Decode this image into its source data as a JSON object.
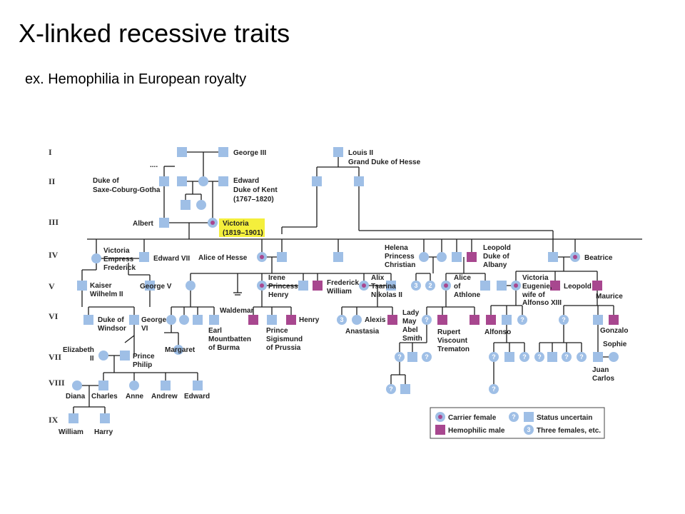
{
  "slide": {
    "title": "X-linked recessive traits",
    "subtitle": "ex. Hemophilia in European royalty"
  },
  "colors": {
    "unaffected": "#9fbfe6",
    "hemophilic_male": "#a8478f",
    "carrier_dot": "#a8478f",
    "highlight": "#f4ef3c",
    "line": "#1a1a1a"
  },
  "generations": [
    "I",
    "II",
    "III",
    "IV",
    "V",
    "VI",
    "VII",
    "VIII",
    "IX"
  ],
  "labels": {
    "george3": "George III",
    "louis2a": "Louis II",
    "louis2b": "Grand Duke of Hesse",
    "saxe1": "Duke of",
    "saxe2": "Saxe-Coburg-Gotha",
    "edward1": "Edward",
    "edward2": "Duke of Kent",
    "edward3": "(1767–1820)",
    "albert": "Albert",
    "victoria1": "Victoria",
    "victoria2": "(1819–1901)",
    "vicemp1": "Victoria",
    "vicemp2": "Empress",
    "vicemp3": "Frederick",
    "edward7": "Edward VII",
    "alice_hesse": "Alice of Hesse",
    "helena1": "Helena",
    "helena2": "Princess",
    "helena3": "Christian",
    "leopold1": "Leopold",
    "leopold2": "Duke of",
    "leopold3": "Albany",
    "beatrice": "Beatrice",
    "kaiser1": "Kaiser",
    "kaiser2": "Wilhelm II",
    "george5": "George V",
    "irene1": "Irene",
    "irene2": "Princess",
    "irene3": "Henry",
    "frederick1": "Frederick",
    "frederick2": "William",
    "alix1": "Alix",
    "alix2": "Tsarina",
    "alix3": "Nikolas II",
    "alice_athlone1": "Alice",
    "alice_athlone2": "of",
    "alice_athlone3": "Athlone",
    "vic_eug1": "Victoria",
    "vic_eug2": "Eugenie,",
    "vic_eug3": "wife of",
    "vic_eug4": "Alfonso XIII",
    "leopold_v": "Leopold",
    "maurice": "Maurice",
    "windsor1": "Duke of",
    "windsor2": "Windsor",
    "george6a": "George",
    "george6b": "VI",
    "waldemar": "Waldemar",
    "earl1": "Earl",
    "earl2": "Mountbatten",
    "earl3": "of Burma",
    "henry": "Henry",
    "prince_sig1": "Prince",
    "prince_sig2": "Sigismund",
    "prince_sig3": "of Prussia",
    "anastasia": "Anastasia",
    "alexis": "Alexis",
    "lady1": "Lady",
    "lady2": "May",
    "lady3": "Abel",
    "lady4": "Smith",
    "rupert1": "Rupert",
    "rupert2": "Viscount",
    "rupert3": "Trematon",
    "alfonso": "Alfonso",
    "gonzalo": "Gonzalo",
    "elizabeth1": "Elizabeth",
    "elizabeth2": "II",
    "philip1": "Prince",
    "philip2": "Philip",
    "margaret": "Margaret",
    "sophie": "Sophie",
    "juan1": "Juan",
    "juan2": "Carlos",
    "diana": "Diana",
    "charles": "Charles",
    "anne": "Anne",
    "andrew": "Andrew",
    "edward_viii": "Edward",
    "william": "William",
    "harry": "Harry",
    "dots": "...."
  },
  "counts": {
    "alix_daughters": "3",
    "anastasia_group": "3",
    "helena_a": "3",
    "helena_b": "2"
  },
  "question_mark": "?",
  "legend": {
    "carrier_female": "Carrier female",
    "hemophilic_male": "Hemophilic male",
    "status_uncertain": "Status uncertain",
    "three_females": "Three females, etc.",
    "three": "3"
  }
}
